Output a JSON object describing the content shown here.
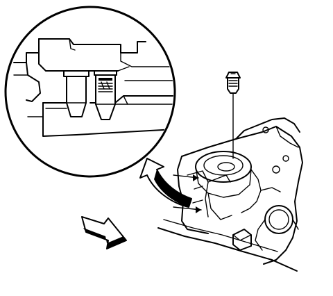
{
  "figure": {
    "kind": "technical line illustration",
    "colors": {
      "ink": "#000000",
      "paper": "#ffffff"
    },
    "parts": [
      "detail-magnifier-circle",
      "engine-block",
      "cylinder-bore",
      "hole-plug",
      "rotation-arrow",
      "direction-arrow"
    ],
    "labels": []
  }
}
